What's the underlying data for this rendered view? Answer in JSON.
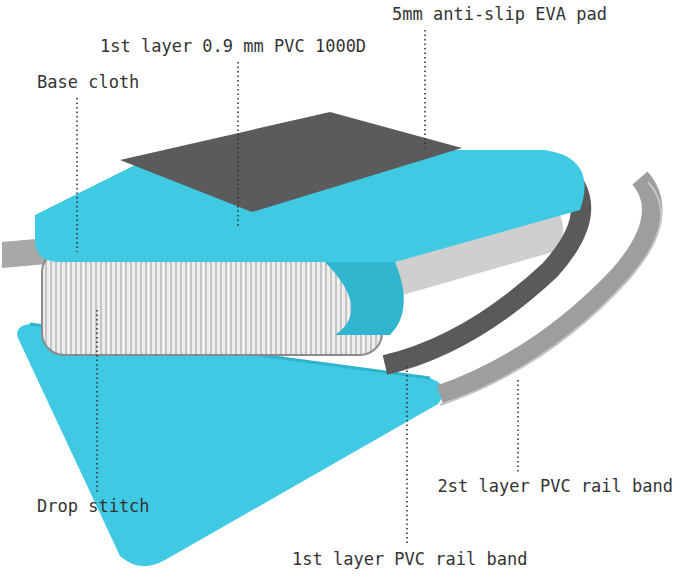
{
  "diagram": {
    "labels": [
      "5mm anti-slip EVA pad",
      "1st layer 0.9 mm PVC 1000D",
      "Base cloth",
      "Drop stitch",
      "2st layer PVC rail band",
      "1st layer PVC rail band"
    ]
  }
}
